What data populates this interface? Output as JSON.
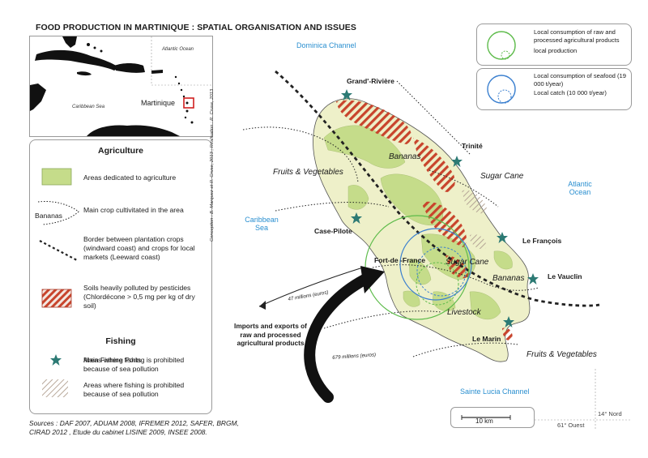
{
  "title": "FOOD PRODUCTION IN MARTINIQUE : SPATIAL ORGANISATION AND ISSUES",
  "inset": {
    "atlantic_label": "Atlantic Ocean",
    "caribbean_label": "Caribbean Sea",
    "martinique_label": "Martinique"
  },
  "legend": {
    "agriculture_title": "Agriculture",
    "areas_agriculture": "Areas dedicated to agriculture",
    "crop_sample": "Bananas",
    "main_crop": "Main crop cultivitated in the area",
    "border_text": "Border between plantation crops (windward coast) and crops for local markets (Leeward coast)",
    "polluted_text": "Soils heavily polluted by pesticides (Chlordécone > 0,5 mg per kg of dry soil)",
    "fishing_title": "Fishing",
    "fishing_ports": "Main Fishing Ports",
    "fishing_prohibited": "Areas where fishing is prohibited because of sea pollution"
  },
  "credit": "Conception : B. Marquez et R. Cruse, 2013 ; Réalisation : R. Cruse, 2013",
  "sources": {
    "line1": "Sources : DAF 2007, ADUAM 2008, IFREMER 2012, SAFER, BRGM,",
    "line2": "CIRAD 2012 , Etude du cabinet LISINE 2009, INSEE 2008."
  },
  "consumption_legend": {
    "agri_consumption": "Local consumption of raw and processed agricultural products",
    "agri_production": "local production",
    "seafood_consumption": "Local consumption of seafood (19 000 t/year)",
    "local_catch": "Local catch (10 000 t/year)"
  },
  "map": {
    "dominica_channel": "Dominica Channel",
    "caribbean_sea": "Caribbean Sea",
    "atlantic_ocean": "Atlantic Ocean",
    "sainte_lucia_channel": "Sainte Lucia Channel",
    "ports": {
      "grand_riviere": "Grand'-Rivière",
      "trinite": "Trinité",
      "case_pilote": "Case-Pilote",
      "fort_de_france": "Fort-de -France",
      "le_francois": "Le François",
      "le_vauclin": "Le Vauclin",
      "le_marin": "Le Marin"
    },
    "crops": {
      "bananas_north": "Bananas",
      "fruits_veg_west": "Fruits & Vegetables",
      "sugar_cane_east": "Sugar Cane",
      "sugar_cane_center": "Sugar Cane",
      "bananas_south": "Bananas",
      "livestock": "Livestock",
      "fruits_veg_south": "Fruits & Vegetables"
    },
    "exports_value": "47 millions (euros)",
    "imports_value": "679 millions (euros)",
    "trade_label": "Imports and exports of raw and processed agricultural products",
    "scale_label": "10 km",
    "lat_label": "14° Nord",
    "lon_label": "61° Ouest"
  }
}
